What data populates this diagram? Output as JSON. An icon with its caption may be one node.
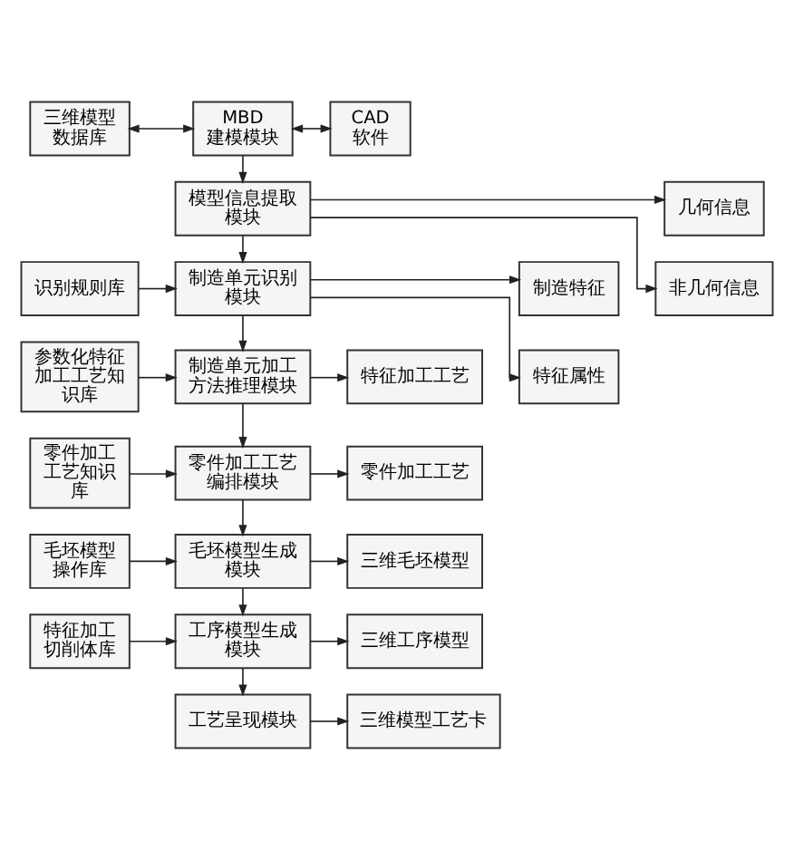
{
  "diagram": {
    "nodes": [
      {
        "text": [
          "三维模型数据库"
        ]
      },
      {
        "text": [
          "MBD 建模模块"
        ]
      },
      {
        "text": [
          "CAD 软件"
        ]
      },
      {
        "text": [
          "模型信息提取模块"
        ]
      },
      {
        "text": [
          "几何信息"
        ]
      },
      {
        "text": [
          "非几何信息"
        ]
      },
      {
        "text": [
          "识别规则库"
        ]
      },
      {
        "text": [
          "制造单元识别模块"
        ]
      },
      {
        "text": [
          "制造特征"
        ]
      },
      {
        "text": [
          "特征属性"
        ]
      },
      {
        "text": [
          "参数化特征加工工艺知识库"
        ]
      },
      {
        "text": [
          "制造单元加工方法推理模块"
        ]
      },
      {
        "text": [
          "特征加工工艺"
        ]
      },
      {
        "text": [
          "零件加工工艺知识库"
        ]
      },
      {
        "text": [
          "零件加工工艺编排模块"
        ]
      },
      {
        "text": [
          "零件加工工艺"
        ]
      },
      {
        "text": [
          "毛坯模型操作库"
        ]
      },
      {
        "text": [
          "毛坯模型生成模块"
        ]
      },
      {
        "text": [
          "三维毛坯模型"
        ]
      },
      {
        "text": [
          "特征加工切削体库"
        ]
      },
      {
        "text": [
          "工序模型生成模块"
        ]
      },
      {
        "text": [
          "三维工序模型"
        ]
      },
      {
        "text": [
          "工艺呈现模块"
        ]
      },
      {
        "text": [
          "三维模型工艺卡"
        ]
      }
    ],
    "edges": [
      {
        "from": 0,
        "to": 1,
        "arrow": "both"
      },
      {
        "from": 1,
        "to": 2,
        "arrow": "both"
      },
      {
        "from": 1,
        "to": 3,
        "arrow": "to"
      },
      {
        "from": 3,
        "to": 4,
        "arrow": "to"
      },
      {
        "from": 3,
        "to": 5,
        "arrow": "to"
      },
      {
        "from": 3,
        "to": 7,
        "arrow": "to"
      },
      {
        "from": 6,
        "to": 7,
        "arrow": "to"
      },
      {
        "from": 7,
        "to": 8,
        "arrow": "to"
      },
      {
        "from": 7,
        "to": 9,
        "arrow": "to"
      },
      {
        "from": 7,
        "to": 11,
        "arrow": "to"
      },
      {
        "from": 10,
        "to": 11,
        "arrow": "to"
      },
      {
        "from": 11,
        "to": 12,
        "arrow": "to"
      },
      {
        "from": 11,
        "to": 14,
        "arrow": "to"
      },
      {
        "from": 13,
        "to": 14,
        "arrow": "to"
      },
      {
        "from": 14,
        "to": 15,
        "arrow": "to"
      },
      {
        "from": 14,
        "to": 17,
        "arrow": "to"
      },
      {
        "from": 16,
        "to": 17,
        "arrow": "to"
      },
      {
        "from": 17,
        "to": 18,
        "arrow": "to"
      },
      {
        "from": 17,
        "to": 20,
        "arrow": "to"
      },
      {
        "from": 19,
        "to": 20,
        "arrow": "to"
      },
      {
        "from": 20,
        "to": 21,
        "arrow": "to"
      },
      {
        "from": 20,
        "to": 22,
        "arrow": "to"
      },
      {
        "from": 22,
        "to": 23,
        "arrow": "to"
      }
    ]
  }
}
